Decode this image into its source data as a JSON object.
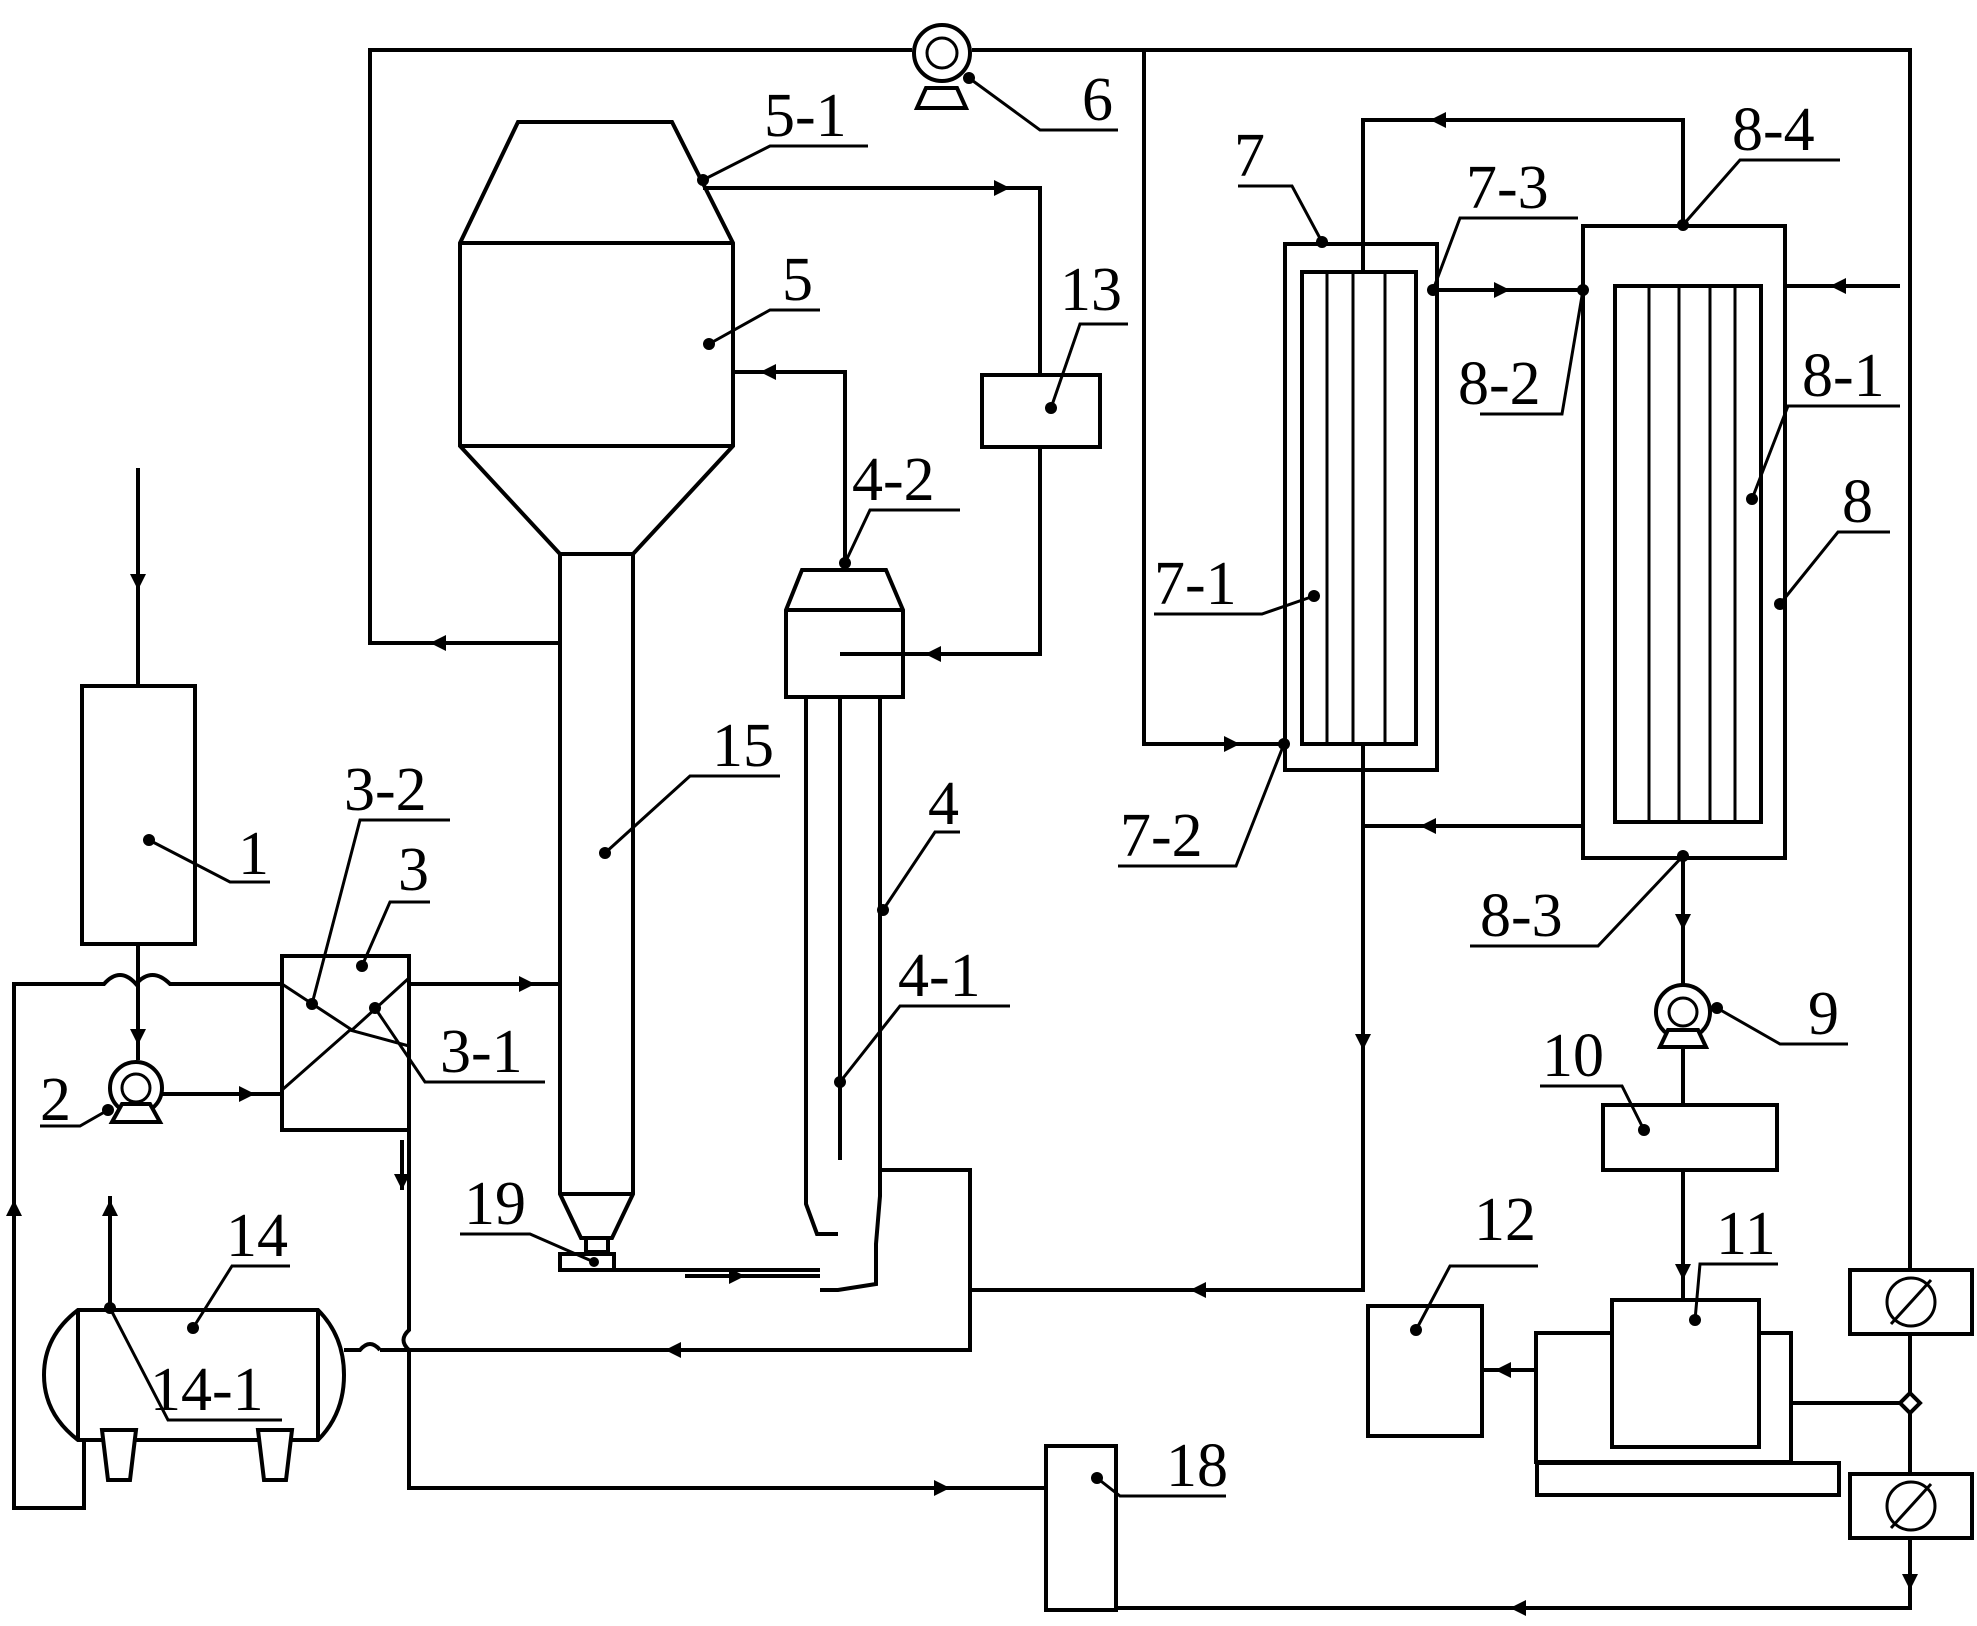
{
  "diagram": {
    "labels": {
      "l1": "1",
      "l2": "2",
      "l3": "3",
      "l3_1": "3-1",
      "l3_2": "3-2",
      "l4": "4",
      "l4_1": "4-1",
      "l4_2": "4-2",
      "l5": "5",
      "l5_1": "5-1",
      "l6": "6",
      "l7": "7",
      "l7_1": "7-1",
      "l7_2": "7-2",
      "l7_3": "7-3",
      "l8": "8",
      "l8_1": "8-1",
      "l8_2": "8-2",
      "l8_3": "8-3",
      "l8_4": "8-4",
      "l9": "9",
      "l10": "10",
      "l11": "11",
      "l12": "12",
      "l13": "13",
      "l14": "14",
      "l14_1": "14-1",
      "l15": "15",
      "l18": "18",
      "l19": "19"
    }
  }
}
